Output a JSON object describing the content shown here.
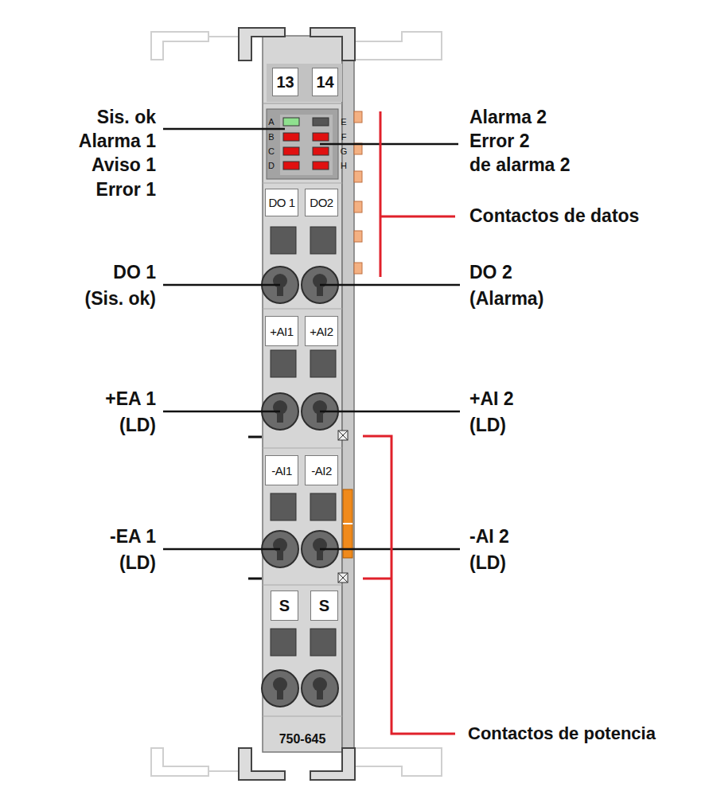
{
  "diagram": {
    "nodes": [
      {
        "text": [
          "750-645"
        ]
      },
      {
        "text": [
          "13"
        ],
        "in": 0
      },
      {
        "text": [
          "14"
        ],
        "in": 0
      },
      {
        "text": [
          "DO 1"
        ],
        "in": 0
      },
      {
        "text": [
          "DO2"
        ],
        "in": 0
      },
      {
        "text": [
          "+AI1"
        ],
        "in": 0
      },
      {
        "text": [
          "+AI2"
        ],
        "in": 0
      },
      {
        "text": [
          "-AI1"
        ],
        "in": 0
      },
      {
        "text": [
          "-AI2"
        ],
        "in": 0
      },
      {
        "text": [
          "S"
        ],
        "in": 0
      },
      {
        "text": [
          "S"
        ],
        "in": 0
      }
    ],
    "labels": [
      "Sis. ok",
      "Alarma 1",
      "Aviso 1",
      "Error 1",
      "A",
      "B",
      "C",
      "D",
      "E",
      "F",
      "G",
      "H",
      "Alarma 2",
      "Error 2",
      "de alarma 2",
      "Contactos de datos",
      "DO 1",
      "(Sis. ok)",
      "DO 2",
      "(Alarma)",
      "+EA 1",
      "(LD)",
      "+AI 2",
      "(LD)",
      "-EA 1",
      "(LD)",
      "-AI 2",
      "(LD)",
      "Contactos de potencia"
    ]
  }
}
